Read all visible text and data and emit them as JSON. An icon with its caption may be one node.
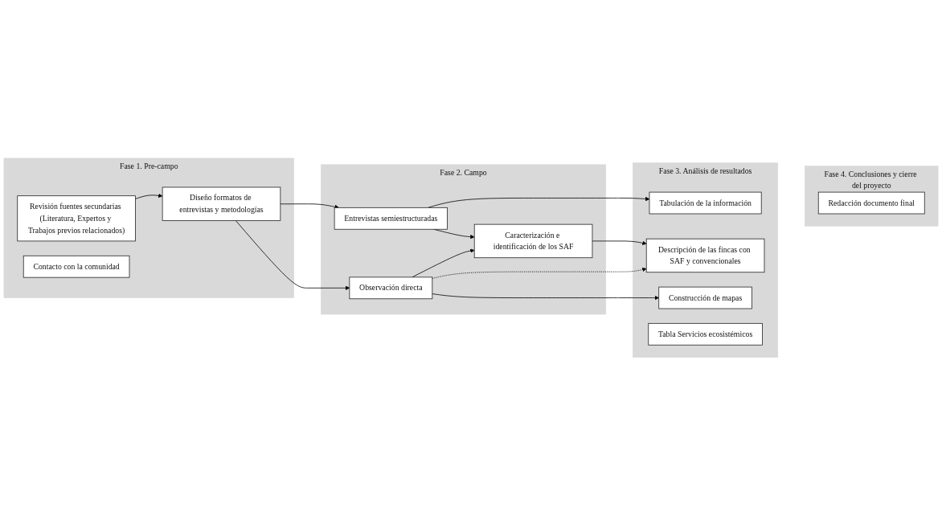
{
  "diagram": {
    "nodes": [
      {
        "text": [
          "Fase 1. Pre-campo"
        ]
      },
      {
        "text": [
          "Revisión fuentes secundarias (Literatura, Expertos y Trabajos previos relacionados)"
        ],
        "in": 0
      },
      {
        "text": [
          "Diseño formatos de entrevistas y metodologías"
        ],
        "in": 0
      },
      {
        "text": [
          "Contacto con la comunidad"
        ],
        "in": 0
      },
      {
        "text": [
          "Fase 2. Campo"
        ]
      },
      {
        "text": [
          "Entrevistas semiestructuradas"
        ],
        "in": 4
      },
      {
        "text": [
          "Caracterización e identificación de los SAF"
        ],
        "in": 4
      },
      {
        "text": [
          "Observación directa"
        ],
        "in": 4
      },
      {
        "text": [
          "Fase 3. Análisis de resultados"
        ]
      },
      {
        "text": [
          "Tabulación de la información"
        ],
        "in": 8
      },
      {
        "text": [
          "Descripción de las fincas con SAF y convencionales"
        ],
        "in": 8
      },
      {
        "text": [
          "Construcción de mapas"
        ],
        "in": 8
      },
      {
        "text": [
          "Tabla Servicios ecosistémicos"
        ],
        "in": 8
      },
      {
        "text": [
          "Fase 4. Conclusiones y cierre del proyecto"
        ]
      },
      {
        "text": [
          "Redacción documento final"
        ],
        "in": 13
      }
    ],
    "edges": [
      {
        "from": 1,
        "to": 2,
        "arrow": "to"
      },
      {
        "from": 2,
        "to": 5,
        "arrow": "to"
      },
      {
        "from": 2,
        "to": 7,
        "arrow": "to"
      },
      {
        "from": 5,
        "to": 6,
        "arrow": "to"
      },
      {
        "from": 7,
        "to": 6,
        "arrow": "to"
      },
      {
        "from": 5,
        "to": 9,
        "arrow": "to"
      },
      {
        "from": 6,
        "to": 10,
        "arrow": "to"
      },
      {
        "from": 7,
        "to": 10,
        "arrow": "to",
        "style": "dashed"
      },
      {
        "from": 7,
        "to": 11,
        "arrow": "to"
      }
    ]
  }
}
